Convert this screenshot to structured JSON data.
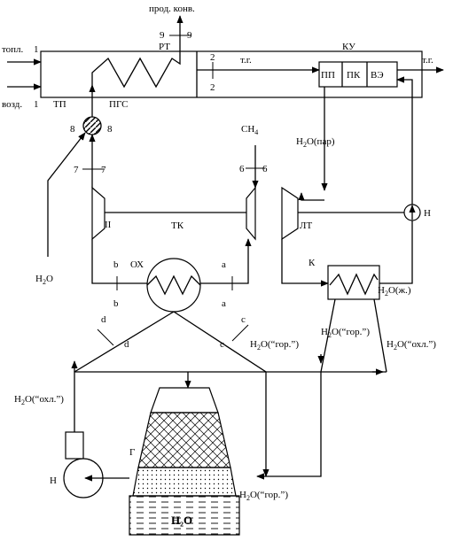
{
  "labels": {
    "prod_conv": "прод. конв.",
    "fuel_in": "топл.",
    "air_in": "возд.",
    "pt": "РТ",
    "ku": "КУ",
    "tg1": "т.г.",
    "tg2": "т.г.",
    "pp": "ПП",
    "pk": "ПК",
    "ve": "ВЭ",
    "tp": "ТП",
    "pgs": "ПГС",
    "ch4_main": "CH",
    "ch4_sub": "4",
    "h2o_par_a": "H",
    "h2o_par_sub": "2",
    "h2o_par_b": "O(пар)",
    "h2o_left_a": "H",
    "h2o_left_sub": "2",
    "h2o_left_b": "O",
    "tk": "ТК",
    "rot_ii": "II",
    "lt": "ЛТ",
    "pump_n_right": "Н",
    "ox": "ОХ",
    "k": "К",
    "h2o_liq_a": "H",
    "h2o_liq_sub": "2",
    "h2o_liq_b": "O(ж.)",
    "h2o_hot1_a": "H",
    "h2o_hot1_sub": "2",
    "h2o_hot1_b": "O(“гор.”)",
    "h2o_hot2_a": "H",
    "h2o_hot2_sub": "2",
    "h2o_hot2_b": "O(“гор.”)",
    "h2o_cold1_a": "H",
    "h2o_cold1_sub": "2",
    "h2o_cold1_b": "O(“охл.”)",
    "h2o_cold2_a": "H",
    "h2o_cold2_sub": "2",
    "h2o_cold2_b": "O(“охл.”)",
    "h2o_hot3_a": "H",
    "h2o_hot3_sub": "2",
    "h2o_hot3_b": "O(“гор.”)",
    "tower_g": "Г",
    "pump_n_left": "Н",
    "basin_h2o": "H₂O"
  },
  "section_marks": {
    "n1": "1",
    "n1b": "1",
    "n2": "2",
    "n2b": "2",
    "n9": "9",
    "n9b": "9",
    "n8": "8",
    "n8b": "8",
    "n7": "7",
    "n7b": "7",
    "n6": "6",
    "n6b": "6",
    "a": "a",
    "ab": "a",
    "b": "b",
    "bb": "b",
    "c": "c",
    "cb": "c",
    "d": "d",
    "db": "d"
  }
}
